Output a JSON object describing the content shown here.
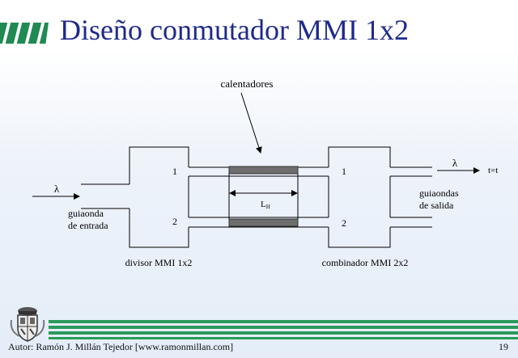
{
  "title": "Diseño conmutador MMI 1x2",
  "diagram": {
    "heater_label": "calentadores",
    "input_symbol": "λ",
    "input_label_line1": "guiaonda",
    "input_label_line2": "de entrada",
    "divider_port_1": "1",
    "divider_port_2": "2",
    "length_label": "L",
    "length_subscript": "H",
    "combiner_port_1": "1",
    "combiner_port_2": "2",
    "output_symbol": "λ",
    "output_time": "t=t",
    "output_label_line1": "guiaondas",
    "output_label_line2": "de salida",
    "divider_label": "divisor MMI 1x2",
    "combiner_label": "combinador MMI 2x2"
  },
  "footer": {
    "author": "Autor: Ramón J. Millán Tejedor [www.ramonmillan.com]",
    "page": "19"
  },
  "colors": {
    "title": "#1f2a8a",
    "accent_green": "#2a9a5a",
    "heater": "#6e6e6e"
  }
}
